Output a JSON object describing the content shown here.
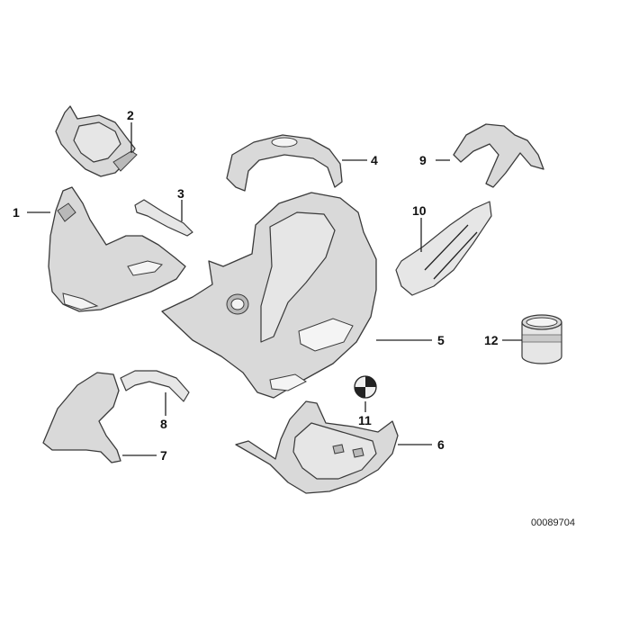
{
  "callouts": [
    "1",
    "2",
    "3",
    "4",
    "5",
    "6",
    "7",
    "8",
    "9",
    "10",
    "11",
    "12"
  ],
  "document_number": "00089704"
}
